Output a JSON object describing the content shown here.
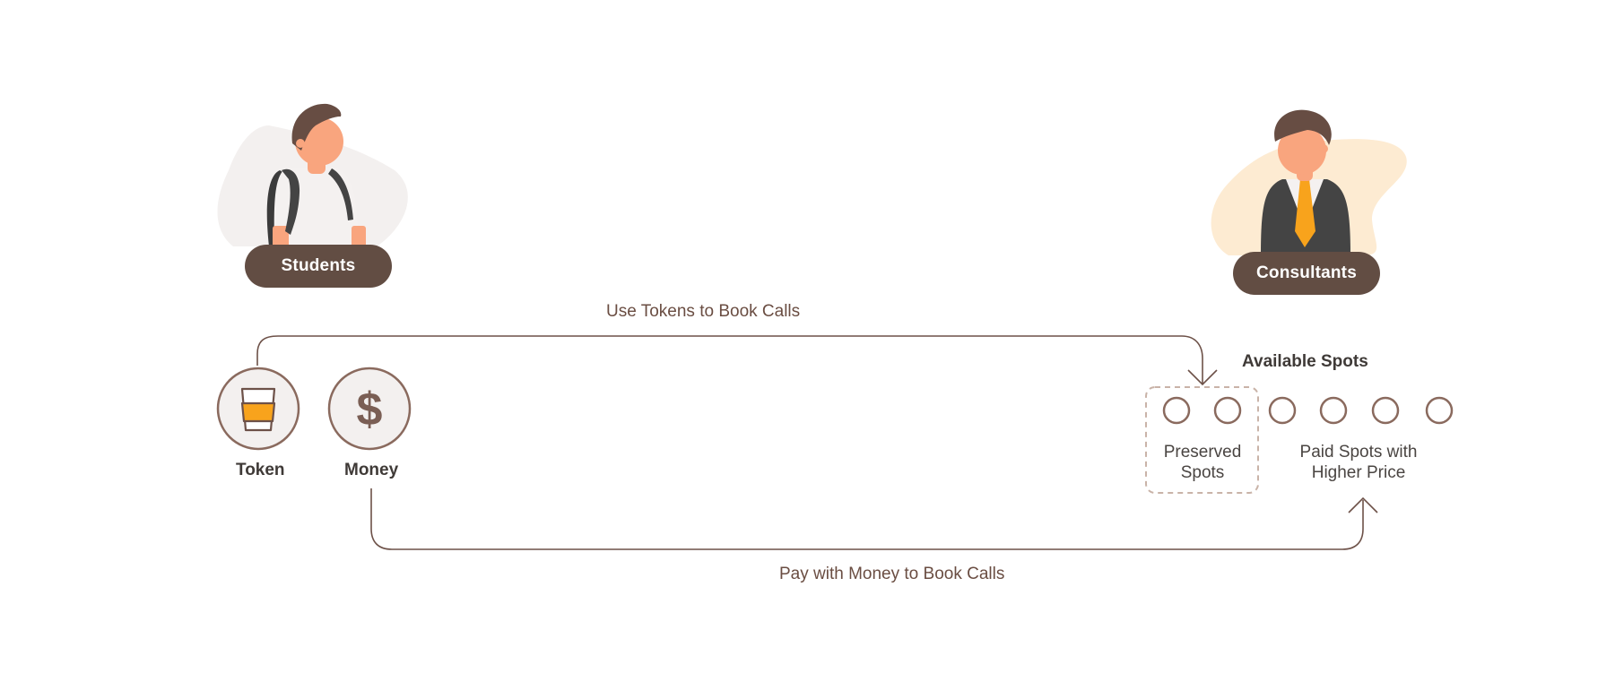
{
  "actors": {
    "students_label": "Students",
    "consultants_label": "Consultants"
  },
  "payment_methods": {
    "token_label": "Token",
    "money_label": "Money",
    "money_symbol": "$"
  },
  "flows": {
    "token_flow_label": "Use Tokens to Book Calls",
    "money_flow_label": "Pay with Money to Book Calls"
  },
  "spots": {
    "title": "Available Spots",
    "preserved_label": "Preserved Spots",
    "paid_label": "Paid Spots with Higher Price",
    "total_count": 6,
    "preserved_count": 2
  },
  "colors": {
    "brown_dark": "#624d43",
    "brown_line": "#8a6a5e",
    "skin": "#f9a57e",
    "hair": "#674d43",
    "orange": "#f8a31c",
    "blob_grey": "#f3f0ef",
    "blob_cream": "#fdebd2",
    "suit": "#444444"
  }
}
